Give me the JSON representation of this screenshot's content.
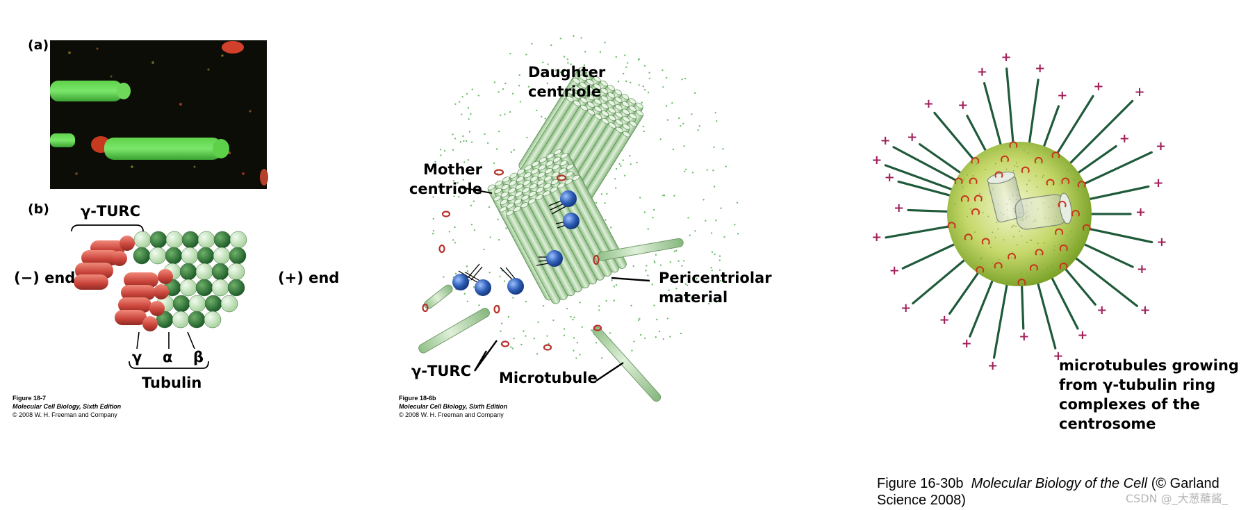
{
  "panel_left": {
    "label_a": "(a)",
    "label_b": "(b)",
    "gamma_turc": "γ-TURC",
    "minus_end": "(−) end",
    "plus_end": "(+) end",
    "gamma": "γ",
    "alpha": "α",
    "beta": "β",
    "tubulin": "Tubulin",
    "fig_id": "Figure 18-7",
    "fig_book": "Molecular Cell Biology, Sixth Edition",
    "fig_copy": "© 2008 W. H. Freeman and Company"
  },
  "panel_middle": {
    "daughter": "Daughter centriole",
    "mother": "Mother centriole",
    "pericentriolar": "Pericentriolar material",
    "gamma_turc": "γ-TURC",
    "microtubule": "Microtubule",
    "fig_id": "Figure 18-6b",
    "fig_book": "Molecular Cell Biology, Sixth Edition",
    "fig_copy": "© 2008 W. H. Freeman and Company"
  },
  "panel_right": {
    "plus": "+",
    "caption": "microtubules growing from γ-tubulin ring complexes of the centrosome",
    "fig_id": "Figure 16-30b",
    "fig_book": "Molecular Biology of the Cell",
    "fig_rest": "(© Garland Science 2008)",
    "watermark": "CSDN @_大葱蘸酱_"
  },
  "colors": {
    "tubulin_light": "#cfe8c8",
    "tubulin_dark": "#2f7a3c",
    "gamma_red": "#c9433a",
    "centriole_green": "#b9dcb0",
    "blue_sphere": "#2f5fb8",
    "plus_magenta": "#a0205a",
    "centrosome": "#9fc03a"
  }
}
